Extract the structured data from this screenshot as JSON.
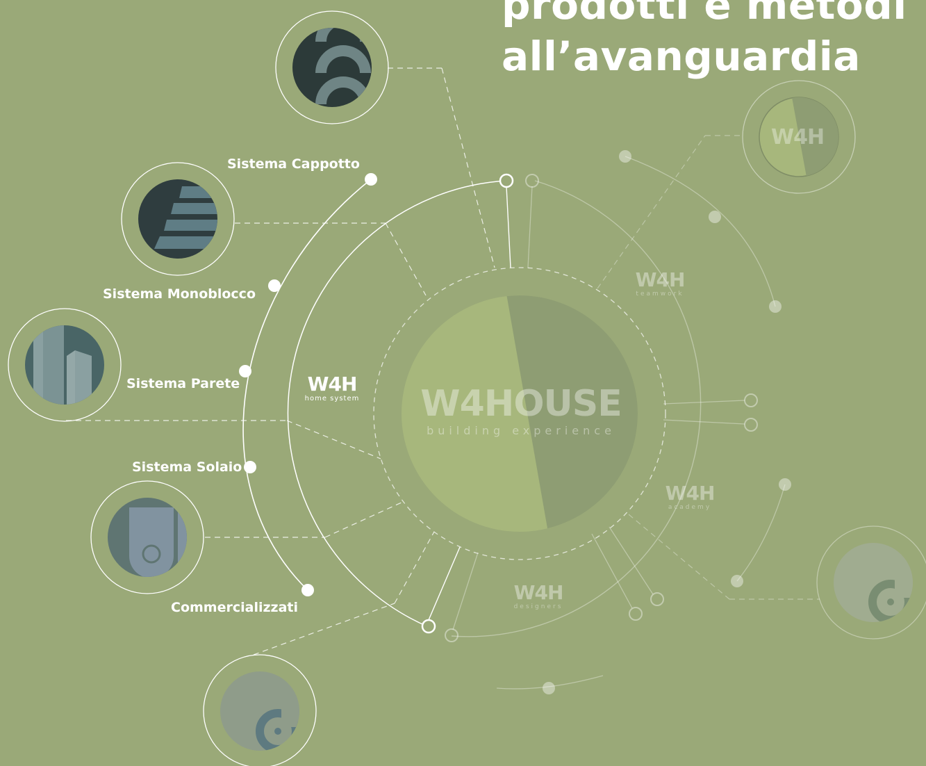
{
  "headline": {
    "line1": "prodotti e metodi",
    "line2": "all’avanguardia"
  },
  "systems": [
    {
      "label": "Sistema Cappotto"
    },
    {
      "label": "Sistema Monoblocco"
    },
    {
      "label": "Sistema Parete"
    },
    {
      "label": "Sistema Solaio"
    },
    {
      "label": "Commercializzati"
    }
  ],
  "center": {
    "title": "W4HOUSE",
    "subtitle": "building experience"
  },
  "brands": {
    "home_system": {
      "title": "W4H",
      "subtitle": "home system"
    },
    "teamwork": {
      "title": "W4H",
      "subtitle": "teamwork"
    },
    "academy": {
      "title": "W4H",
      "subtitle": "academy"
    },
    "designers": {
      "title": "W4H",
      "subtitle": "designers"
    },
    "corner": {
      "title": "W4H"
    }
  },
  "colors": {
    "background": "#9aa978",
    "light_half": "#a7b77c",
    "dark_half": "#8e9d73",
    "icon_dark": "#2c3a39",
    "icon_teal": "#4a6466",
    "line_white": "#ffffff"
  },
  "icons": [
    "arches-icon",
    "stairs-icon",
    "panels-icon",
    "slab-icon",
    "bolt-icon",
    "bolt-icon-faded",
    "w4h-logo-icon"
  ]
}
